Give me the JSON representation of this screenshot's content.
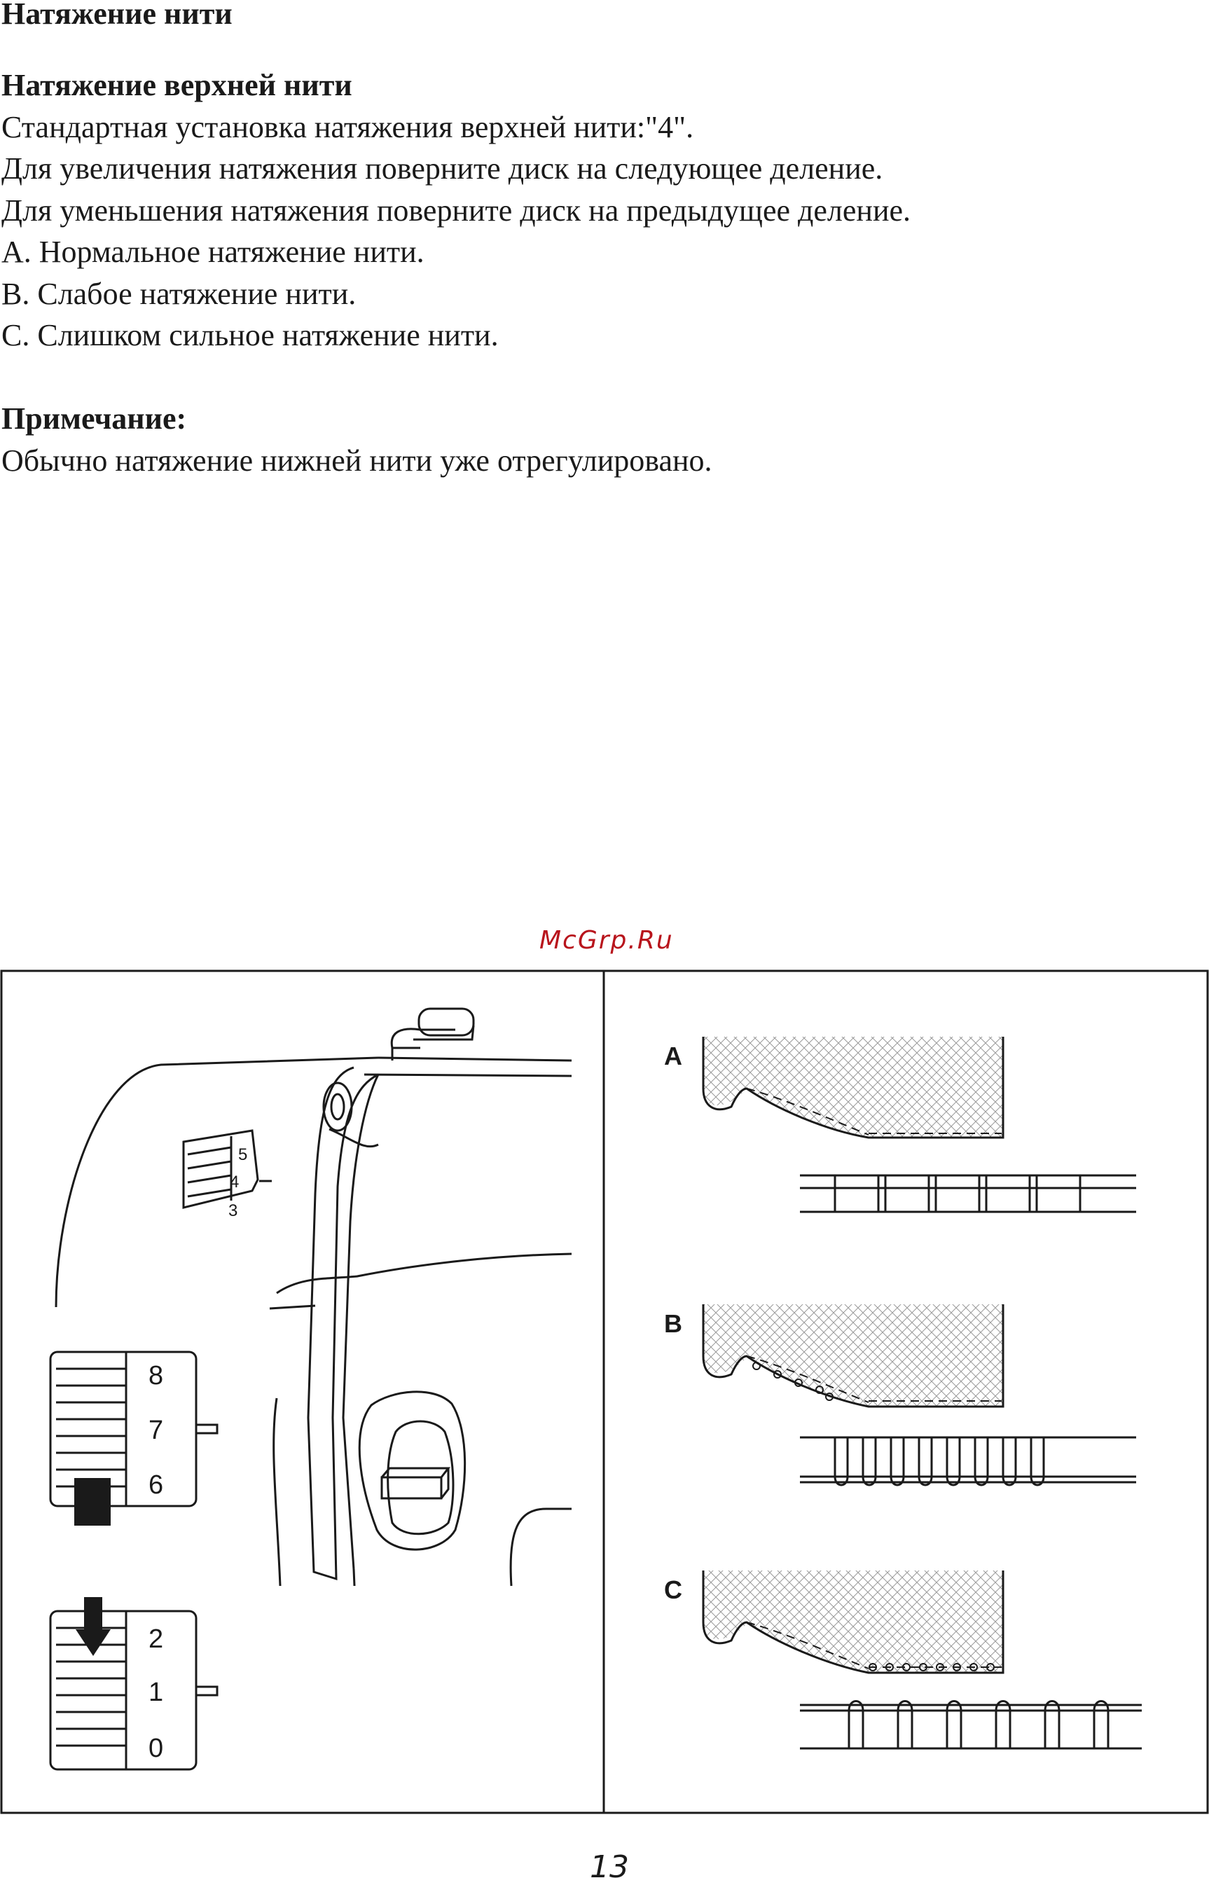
{
  "page": {
    "title": "Натяжение нити",
    "section_heading": "Натяжение верхней нити",
    "paragraphs": [
      "Стандартная установка натяжения верхней нити:\"4\".",
      "Для увеличения натяжения поверните диск на следующее деление.",
      "Для уменьшения натяжения поверните диск на предыдущее деление.",
      "A. Нормальное натяжение нити.",
      "B. Слабое натяжение нити.",
      "C. Слишком сильное натяжение нити."
    ],
    "note_heading": "Примечание:",
    "note_text": "Обычно натяжение нижней нити уже отрегулировано.",
    "watermark": "McGrp.Ru",
    "page_number": "13"
  },
  "figure": {
    "machine_dial_numbers": [
      "5",
      "4",
      "3"
    ],
    "increase_dial_numbers": [
      "8",
      "7",
      "6"
    ],
    "decrease_dial_numbers": [
      "2",
      "1",
      "0"
    ],
    "stitch_labels": [
      "A",
      "B",
      "C"
    ]
  },
  "colors": {
    "text": "#1a1a1a",
    "watermark": "#b8141c"
  }
}
